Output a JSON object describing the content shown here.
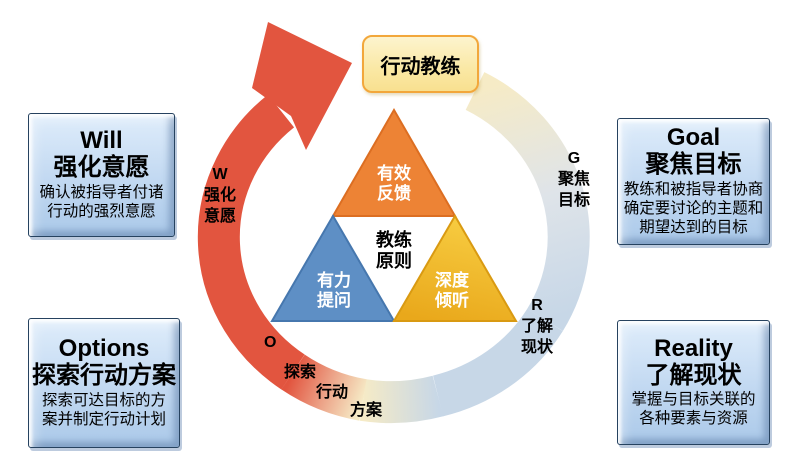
{
  "badge": {
    "label": "行动教练"
  },
  "triangle": {
    "top": "有效\n反馈",
    "center": "教练\n原则",
    "left": "有力\n提问",
    "right": "深度\n倾听"
  },
  "ring": {
    "w": "W\n强化\n意愿",
    "g": "G\n聚焦\n目标",
    "r": "R\n了解\n现状",
    "o": {
      "letter": "O",
      "word1": "探索",
      "word2": "行动",
      "word3": "方案"
    }
  },
  "boxes": {
    "will": {
      "en": "Will",
      "zh": "强化意愿",
      "desc": "确认被指导者付诸\n行动的强烈意愿"
    },
    "goal": {
      "en": "Goal",
      "zh": "聚焦目标",
      "desc": "教练和被指导者协商\n确定要讨论的主题和\n期望达到的目标"
    },
    "options": {
      "en": "Options",
      "zh": "探索行动方案",
      "desc": "探索可达目标的方\n案并制定行动计划"
    },
    "reality": {
      "en": "Reality",
      "zh": "了解现状",
      "desc": "掌握与目标关联的\n各种要素与资源"
    }
  },
  "colors": {
    "red": "#E2553F",
    "cream": "#F6EBC6",
    "silver": "#C7D7E7",
    "silver_mid": "#DFE4E9",
    "salmon": "#ECA287",
    "orange_tri": "#ED8335",
    "orange_tri_edge": "#DC6E22",
    "blue_tri": "#5E8FC5",
    "blue_tri_edge": "#4677AE",
    "gold_light": "#F7CC41",
    "gold_dark": "#E9A81B",
    "gold_edge": "#D99A12",
    "badge_border": "#F2A73B",
    "box_fill_top": "#DFEDFB",
    "box_fill_bottom": "#ABC9E9"
  }
}
